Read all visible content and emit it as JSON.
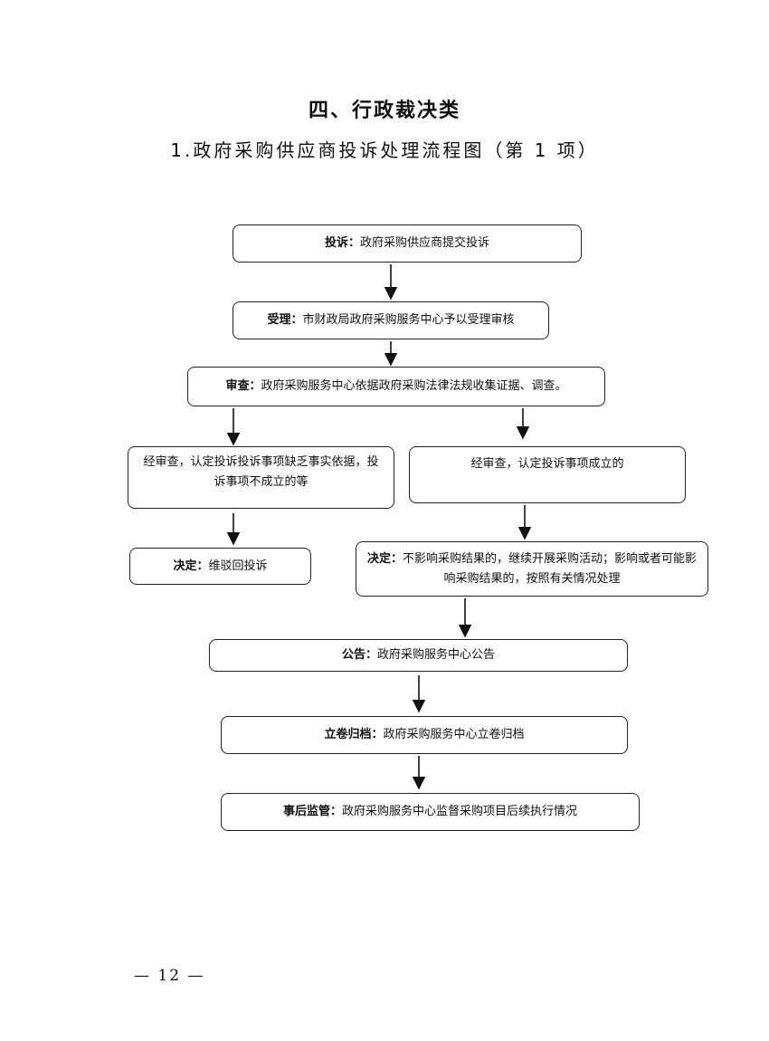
{
  "section_title": "四、行政裁决类",
  "subtitle": "1.政府采购供应商投诉处理流程图（第 1 项）",
  "steps": {
    "complaint": {
      "label": "投诉：",
      "text": "政府采购供应商提交投诉"
    },
    "acceptance": {
      "label": "受理：",
      "text": "市财政局政府采购服务中心予以受理审核"
    },
    "review": {
      "label": "审查：",
      "text": "政府采购服务中心依据政府采购法律法规收集证据、调查。"
    },
    "finding_unfounded": {
      "text": "经审查，认定投诉投诉事项缺乏事实依据，投诉事项不成立的等"
    },
    "finding_founded": {
      "text": "经审查，认定投诉事项成立的"
    },
    "decision_reject": {
      "label": "决定：",
      "text": "维驳回投诉"
    },
    "decision_handle": {
      "label": "决定：",
      "text": "不影响采购结果的，继续开展采购活动；影响或者可能影响采购结果的，按照有关情况处理"
    },
    "announcement": {
      "label": "公告：",
      "text": "政府采购服务中心公告"
    },
    "archive": {
      "label": "立卷归档：",
      "text": "政府采购服务中心立卷归档"
    },
    "supervision": {
      "label": "事后监管：",
      "text": "政府采购服务中心监督采购项目后续执行情况"
    }
  },
  "page_number": "— 12 —"
}
